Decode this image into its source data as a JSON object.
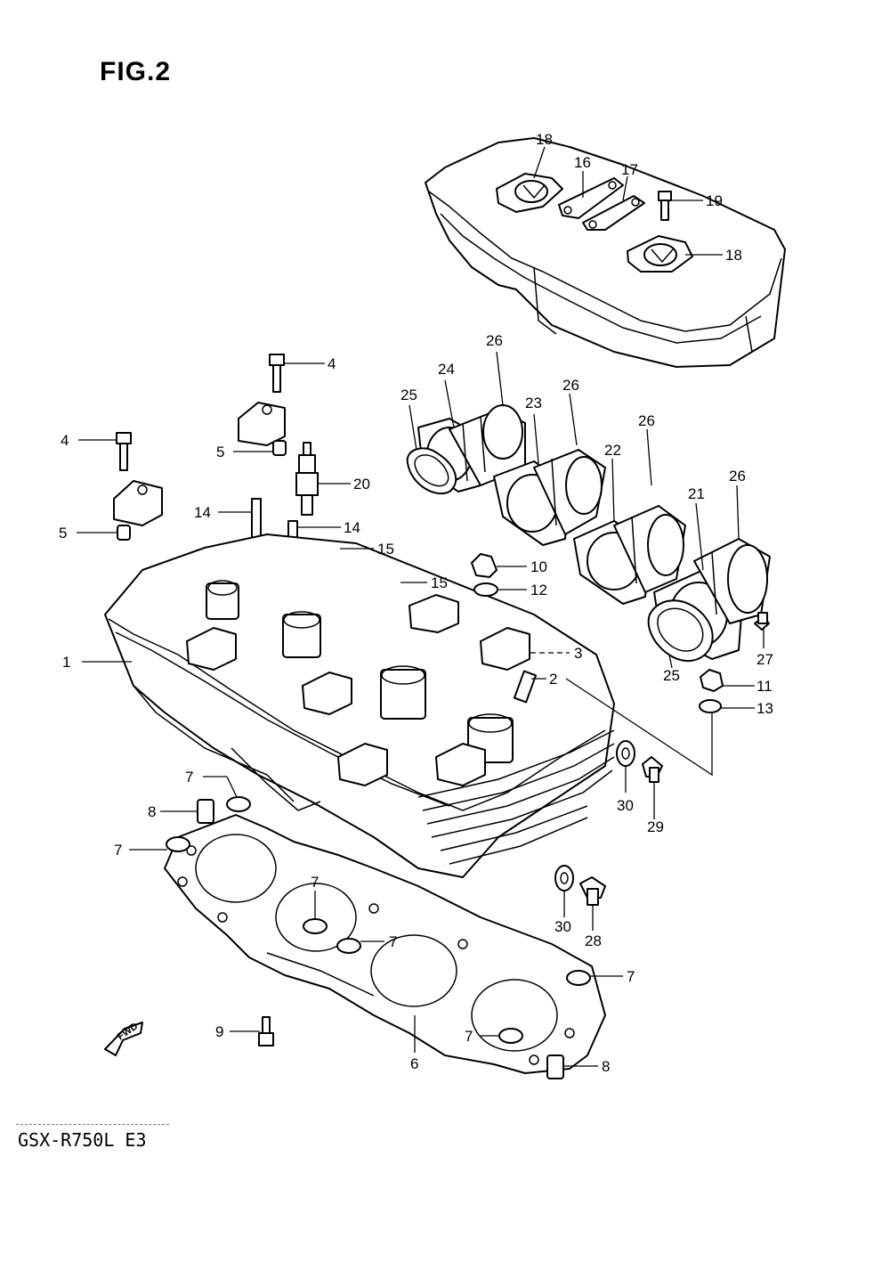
{
  "figure_title": "FIG.2",
  "model": "GSX-R750L  E3",
  "fwd_label": "FWD",
  "callouts": {
    "c18a": "18",
    "c16": "16",
    "c17": "17",
    "c19": "19",
    "c18b": "18",
    "c4a": "4",
    "c4b": "4",
    "c5a": "5",
    "c5b": "5",
    "c20": "20",
    "c14a": "14",
    "c14b": "14",
    "c15a": "15",
    "c15b": "15",
    "c26a": "26",
    "c24": "24",
    "c25a": "25",
    "c23": "23",
    "c26b": "26",
    "c22": "22",
    "c26c": "26",
    "c21": "21",
    "c26d": "26",
    "c25b": "25",
    "c27": "27",
    "c10": "10",
    "c12": "12",
    "c3": "3",
    "c2": "2",
    "c1": "1",
    "c11": "11",
    "c13": "13",
    "c30a": "30",
    "c29": "29",
    "c30b": "30",
    "c28": "28",
    "c7a": "7",
    "c8a": "8",
    "c7b": "7",
    "c7c": "7",
    "c7d": "7",
    "c7e": "7",
    "c7f": "7",
    "c9": "9",
    "c6": "6",
    "c8b": "8"
  }
}
